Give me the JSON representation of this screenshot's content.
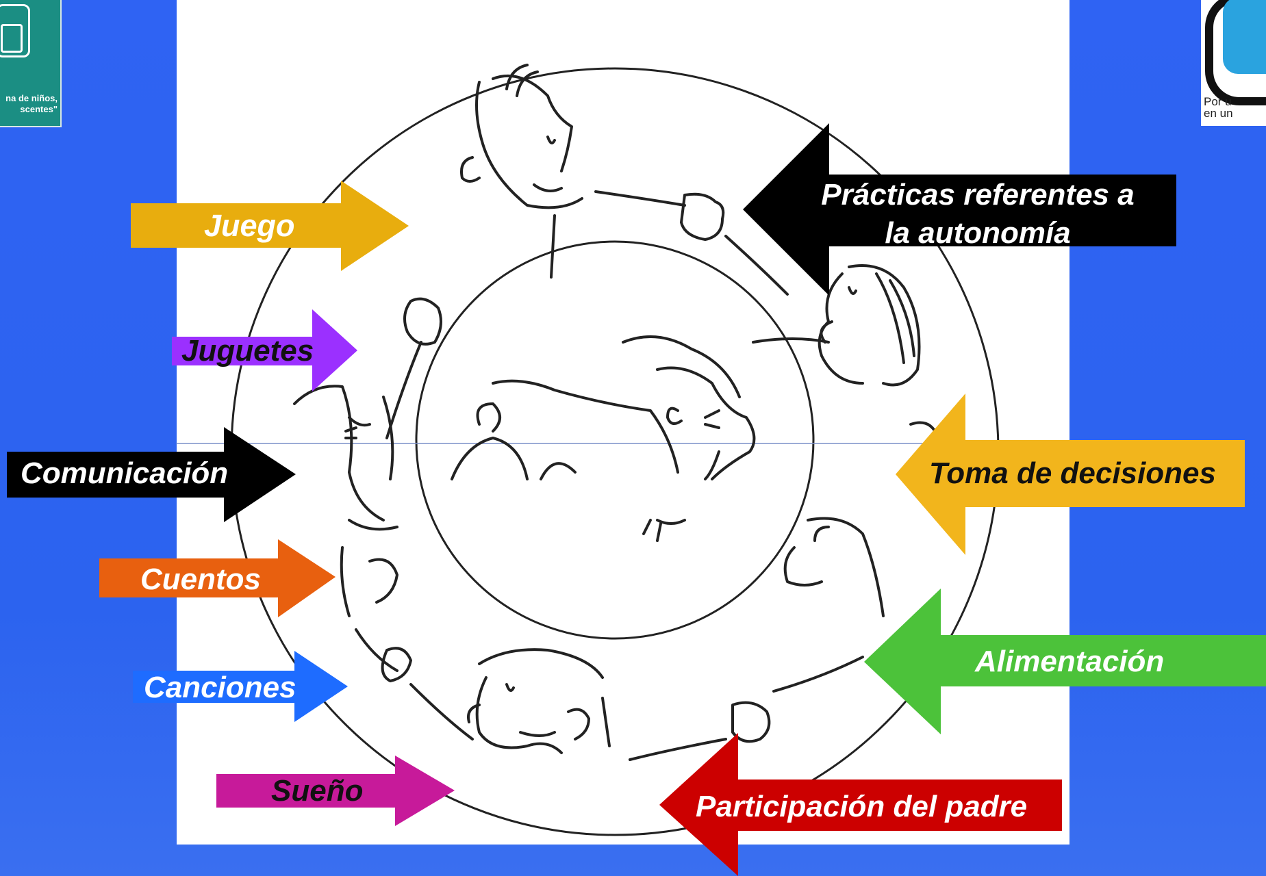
{
  "logos": {
    "left_slogan_line1": "na de niños,",
    "left_slogan_line2": "scentes\"",
    "right_slogan_line1": "Por u",
    "right_slogan_line2": "en un"
  },
  "arrows": {
    "juego": {
      "label": "Juego",
      "color": "#e8ad0e",
      "direction": "right"
    },
    "juguetes": {
      "label": "Juguetes",
      "color": "#9b30ff",
      "direction": "right"
    },
    "comunicacion": {
      "label": "Comunicación",
      "color": "#000000",
      "direction": "right"
    },
    "cuentos": {
      "label": "Cuentos",
      "color": "#e8600f",
      "direction": "right"
    },
    "canciones": {
      "label": "Canciones",
      "color": "#1e6cff",
      "direction": "right"
    },
    "sueno": {
      "label": "Sueño",
      "color": "#c71a9a",
      "direction": "right"
    },
    "autonomia": {
      "label_line1": "Prácticas referentes a",
      "label_line2": "la autonomía",
      "color": "#000000",
      "direction": "left"
    },
    "decisiones": {
      "label": "Toma de decisiones",
      "color": "#f2b51c",
      "direction": "left"
    },
    "alimentacion": {
      "label": "Alimentación",
      "color": "#4cc23a",
      "direction": "left"
    },
    "padre": {
      "label": "Participación del padre",
      "color": "#cc0000",
      "direction": "left"
    }
  }
}
